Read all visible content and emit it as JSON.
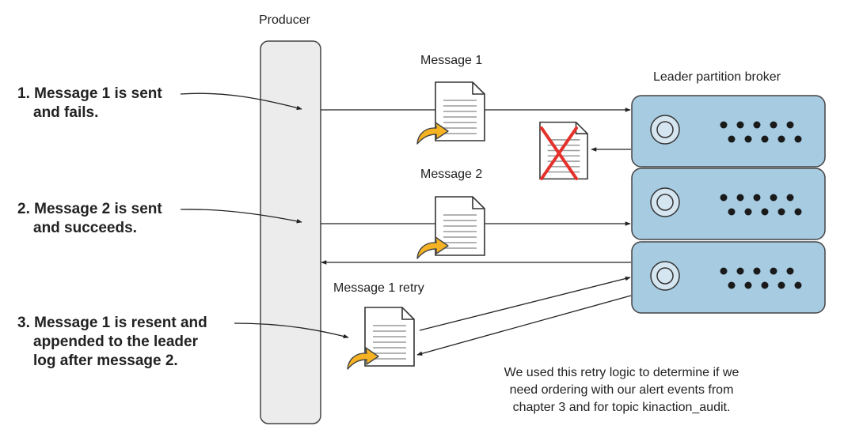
{
  "producer": {
    "label": "Producer"
  },
  "broker": {
    "label": "Leader partition broker",
    "nodes": 3
  },
  "steps": [
    {
      "lines": [
        "1. Message 1 is sent",
        "and fails."
      ]
    },
    {
      "lines": [
        "2. Message 2 is sent",
        "and succeeds."
      ]
    },
    {
      "lines": [
        "3. Message 1 is resent and",
        "appended to the leader",
        "log after message 2."
      ]
    }
  ],
  "messages": {
    "message1": "Message 1",
    "message2": "Message 2",
    "retry": "Message 1 retry"
  },
  "note": {
    "lines": [
      "We used this retry logic to determine if we",
      "need ordering with our alert events from",
      "chapter 3 and for topic kinaction_audit."
    ]
  },
  "colors": {
    "producer_fill": "#ececec",
    "broker_fill": "#a7cce2",
    "broker_stroke": "#444444",
    "fail_mark": "#e5312c",
    "arrow_accent": "#f5b324"
  },
  "icons": {
    "document": "document-icon",
    "failed": "failed-document-icon",
    "disk": "disk-icon",
    "dots": "status-dots-icon"
  }
}
